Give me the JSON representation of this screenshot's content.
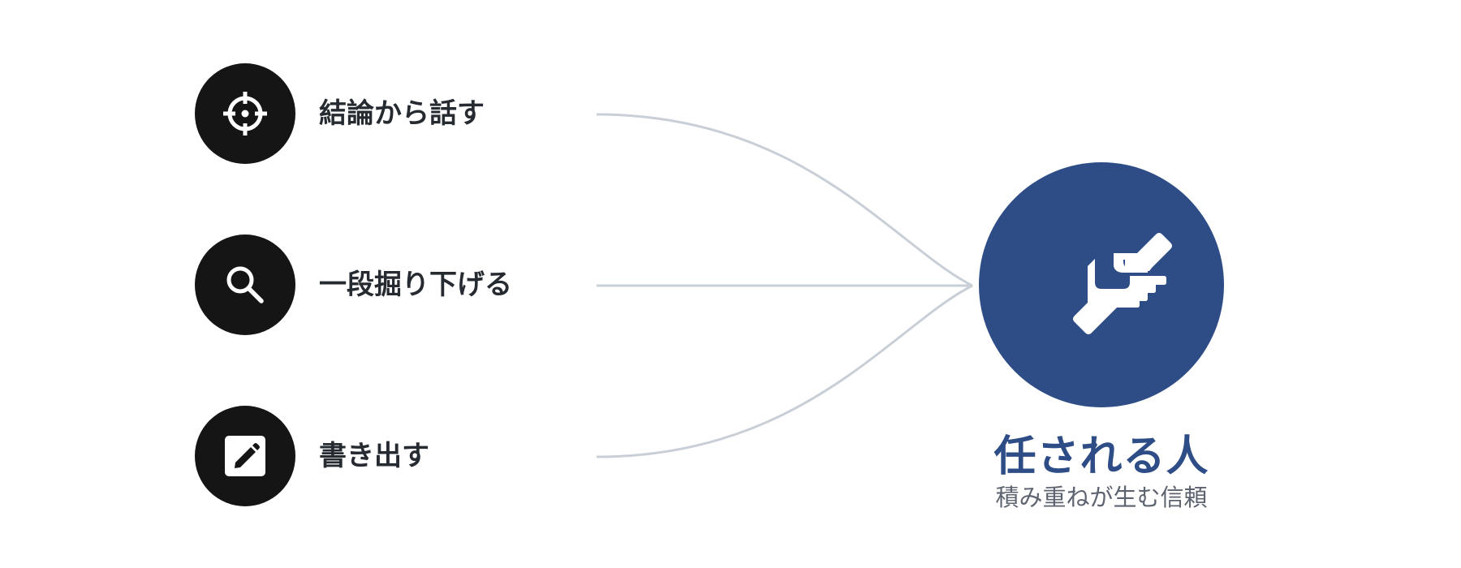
{
  "items": [
    {
      "label": "結論から話す",
      "icon": "crosshair-icon"
    },
    {
      "label": "一段掘り下げる",
      "icon": "magnifier-icon"
    },
    {
      "label": "書き出す",
      "icon": "pencil-square-icon"
    }
  ],
  "goal": {
    "title": "任される人",
    "subtitle": "積み重ねが生む信頼",
    "icon": "handshake-icon"
  },
  "colors": {
    "icon_background": "#151515",
    "goal_accent": "#2e4d86",
    "connector": "#c9cfd6",
    "label_text": "#262a31",
    "subtitle_text": "#5d6470"
  }
}
